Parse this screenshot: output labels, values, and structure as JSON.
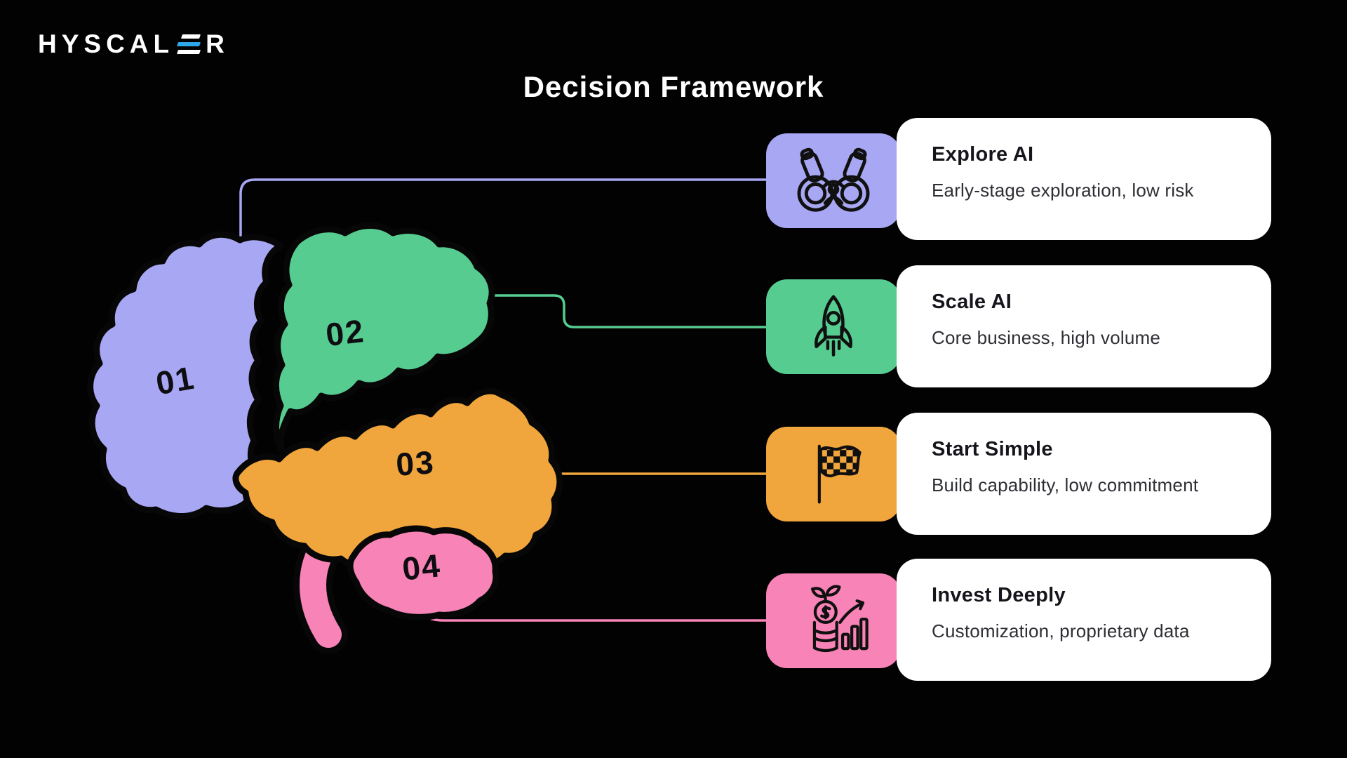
{
  "page": {
    "background": "#020202",
    "title": "Decision Framework"
  },
  "logo": {
    "brand": "HYSCALER",
    "text_prefix": "HYSCAL",
    "text_suffix": "R",
    "accent_color": "#2ea7e9",
    "text_color": "#ffffff"
  },
  "cards": [
    {
      "number": "01",
      "title": "Explore AI",
      "subtitle": "Early-stage exploration, low risk",
      "color": "#a8a7f3",
      "icon": "binoculars-icon"
    },
    {
      "number": "02",
      "title": "Scale AI",
      "subtitle": "Core business, high volume",
      "color": "#57cc90",
      "icon": "rocket-icon"
    },
    {
      "number": "03",
      "title": "Start Simple",
      "subtitle": "Build capability, low commitment",
      "color": "#f0a63c",
      "icon": "checkered-flag-icon"
    },
    {
      "number": "04",
      "title": "Invest Deeply",
      "subtitle": "Customization, proprietary data",
      "color": "#f883b6",
      "icon": "money-growth-icon"
    }
  ]
}
